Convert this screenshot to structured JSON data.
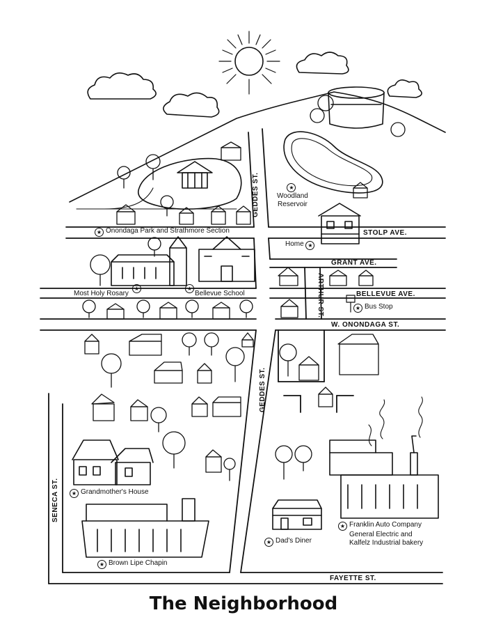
{
  "title": "The Neighborhood",
  "streets": {
    "geddes_upper": "GEDDES ST.",
    "geddes_lower": "GEDDES ST.",
    "stolp": "STOLP AVE.",
    "grant": "GRANT AVE.",
    "arthur": "ARTHUR ST.",
    "bellevue": "BELLEVUE AVE.",
    "onondaga": "W. ONONDAGA ST.",
    "seneca": "SENECA ST.",
    "fayette": "FAYETTE ST."
  },
  "landmarks": {
    "woodland_1": "Woodland",
    "woodland_2": "Reservoir",
    "park": "Onondaga Park and Strathmore Section",
    "home": "Home",
    "rosary": "Most Holy Rosary",
    "school": "Bellevue School",
    "bus": "Bus Stop",
    "grandmother": "Grandmother's House",
    "chapin": "Brown Lipe Chapin",
    "diner": "Dad's Diner",
    "franklin_1": "Franklin Auto Company",
    "franklin_2": "General Electric and",
    "franklin_3": "Kalfelz Industrial bakery"
  },
  "icons": {
    "marker": "star-in-circle-icon",
    "sun": "sun-icon",
    "cloud": "cloud-icon",
    "tree": "tree-icon",
    "house": "house-icon",
    "factory": "factory-icon"
  }
}
